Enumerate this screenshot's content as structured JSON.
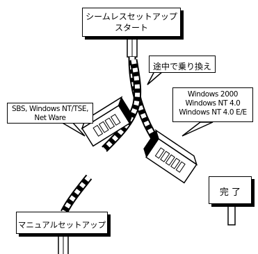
{
  "start_sign": {
    "line1": "シームレスセットアップ",
    "line2": "スタート"
  },
  "transfer_callout": "途中で乗り換え",
  "left_route_label": {
    "line1": "SBS, Windows NT/TSE,",
    "line2": "Net Ware"
  },
  "right_route_label": {
    "line1": "Windows 2000",
    "line2": "Windows NT 4.0",
    "line3": "Windows NT 4.0 E/E"
  },
  "manual_sign": "マニュアルセットアップ",
  "finish_sign": "完 了"
}
